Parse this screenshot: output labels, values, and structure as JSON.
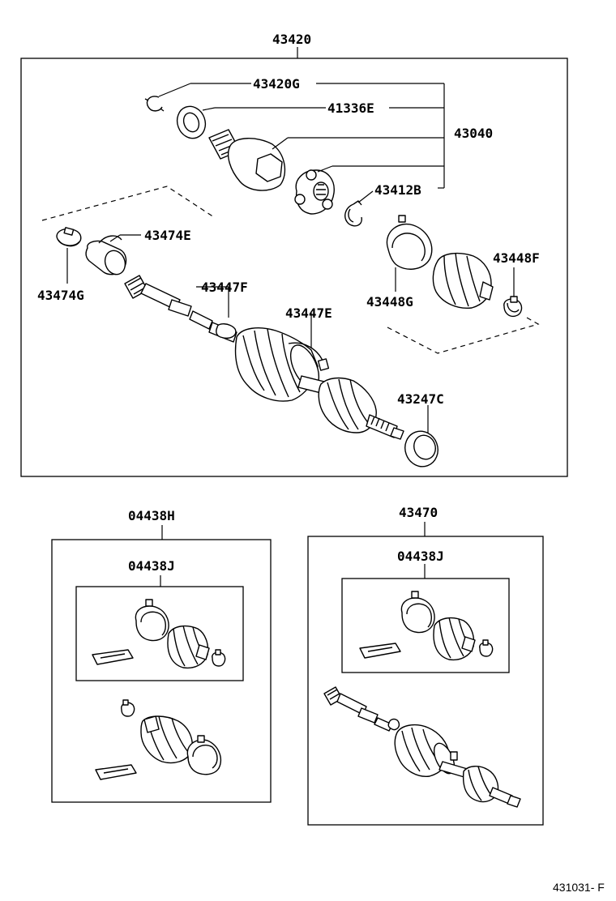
{
  "assembly": {
    "main": "43420",
    "sub": "43040",
    "parts": {
      "p43420G": "43420G",
      "p41336E": "41336E",
      "p43412B": "43412B",
      "p43474E": "43474E",
      "p43474G": "43474G",
      "p43447F": "43447F",
      "p43447E": "43447E",
      "p43448F": "43448F",
      "p43448G": "43448G",
      "p43247C": "43247C"
    }
  },
  "kit_left": {
    "outer": "04438H",
    "inner": "04438J"
  },
  "kit_right": {
    "outer": "43470",
    "inner": "04438J"
  },
  "doc_number": "431031- F"
}
